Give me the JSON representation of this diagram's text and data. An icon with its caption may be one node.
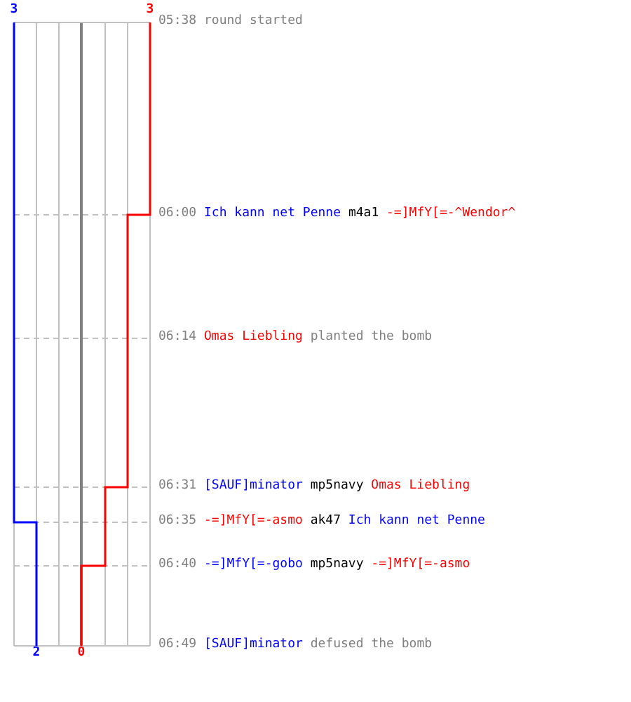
{
  "diagram": {
    "labels": [
      "3",
      "3",
      "05:38",
      "round started",
      "06:00",
      "Ich kann net Penne",
      "m4a1",
      "-=]MfY[=-^Wendor^",
      "06:14",
      "Omas Liebling",
      "planted the bomb",
      "06:31",
      "[SAUF]minator",
      "mp5navy",
      "Omas Liebling",
      "06:35",
      "-=]MfY[=-asmo",
      "ak47",
      "Ich kann net Penne",
      "06:40",
      "-=]MfY[=-gobo",
      "mp5navy",
      "-=]MfY[=-asmo",
      "06:49",
      "[SAUF]minator",
      "defused the bomb",
      "2",
      "0"
    ]
  }
}
